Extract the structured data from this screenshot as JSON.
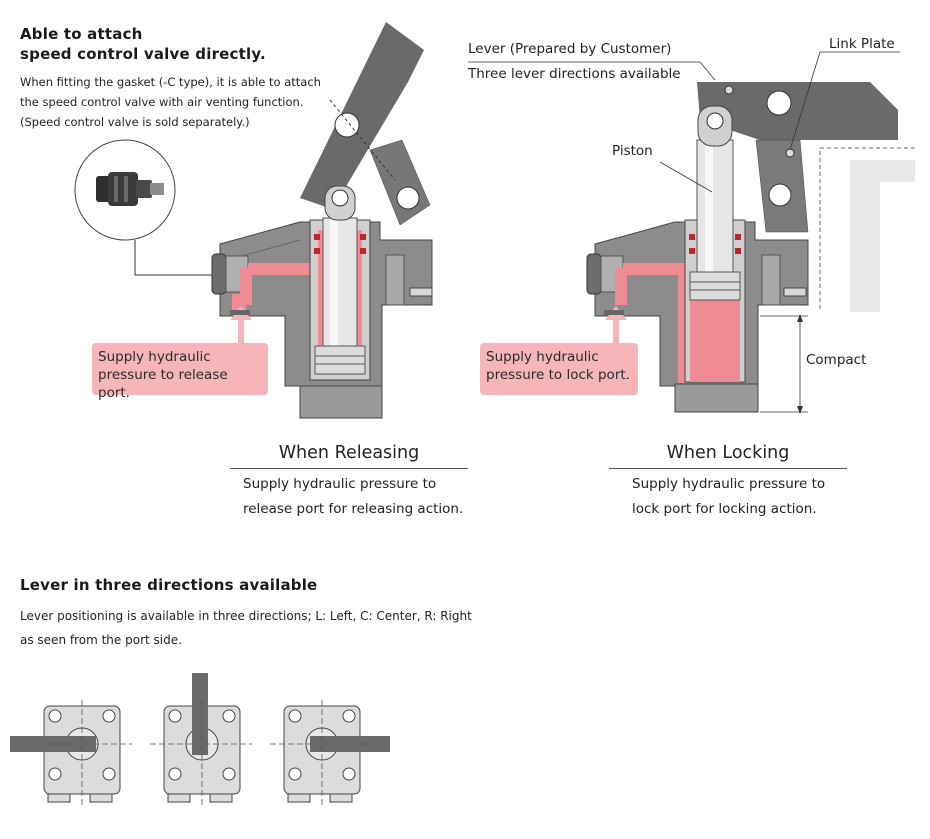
{
  "intro": {
    "title_line1": "Able to attach",
    "title_line2": "speed control valve directly.",
    "desc_line1": "When fitting the gasket (-C type), it is able to attach",
    "desc_line2": "the speed control valve with air venting function.",
    "desc_line3": "(Speed control valve is sold separately.)"
  },
  "left_diagram": {
    "callout_line1": "Supply hydraulic",
    "callout_line2": "pressure to release port.",
    "mode_title": "When Releasing",
    "desc_line1": "Supply hydraulic pressure to",
    "desc_line2": "release port for releasing action."
  },
  "right_diagram": {
    "lever_label": "Lever (Prepared by Customer)",
    "lever_sub": "Three lever directions available",
    "link_plate": "Link Plate",
    "piston": "Piston",
    "compact": "Compact",
    "callout_line1": "Supply hydraulic",
    "callout_line2": "pressure to lock port.",
    "mode_title": "When Locking",
    "desc_line1": "Supply hydraulic pressure to",
    "desc_line2": "lock port for locking action."
  },
  "lever_section": {
    "title": "Lever in three directions available",
    "desc_line1": "Lever positioning is available in three directions; L: Left, C: Center, R: Right",
    "desc_line2": "as seen from the port side."
  },
  "colors": {
    "body_gray": "#7f7f7f",
    "dark_gray": "#5e5e5e",
    "hydraulic_pink": "#ef8c93",
    "callout_pink": "#f5b5b9",
    "seal_red": "#c0272d"
  }
}
